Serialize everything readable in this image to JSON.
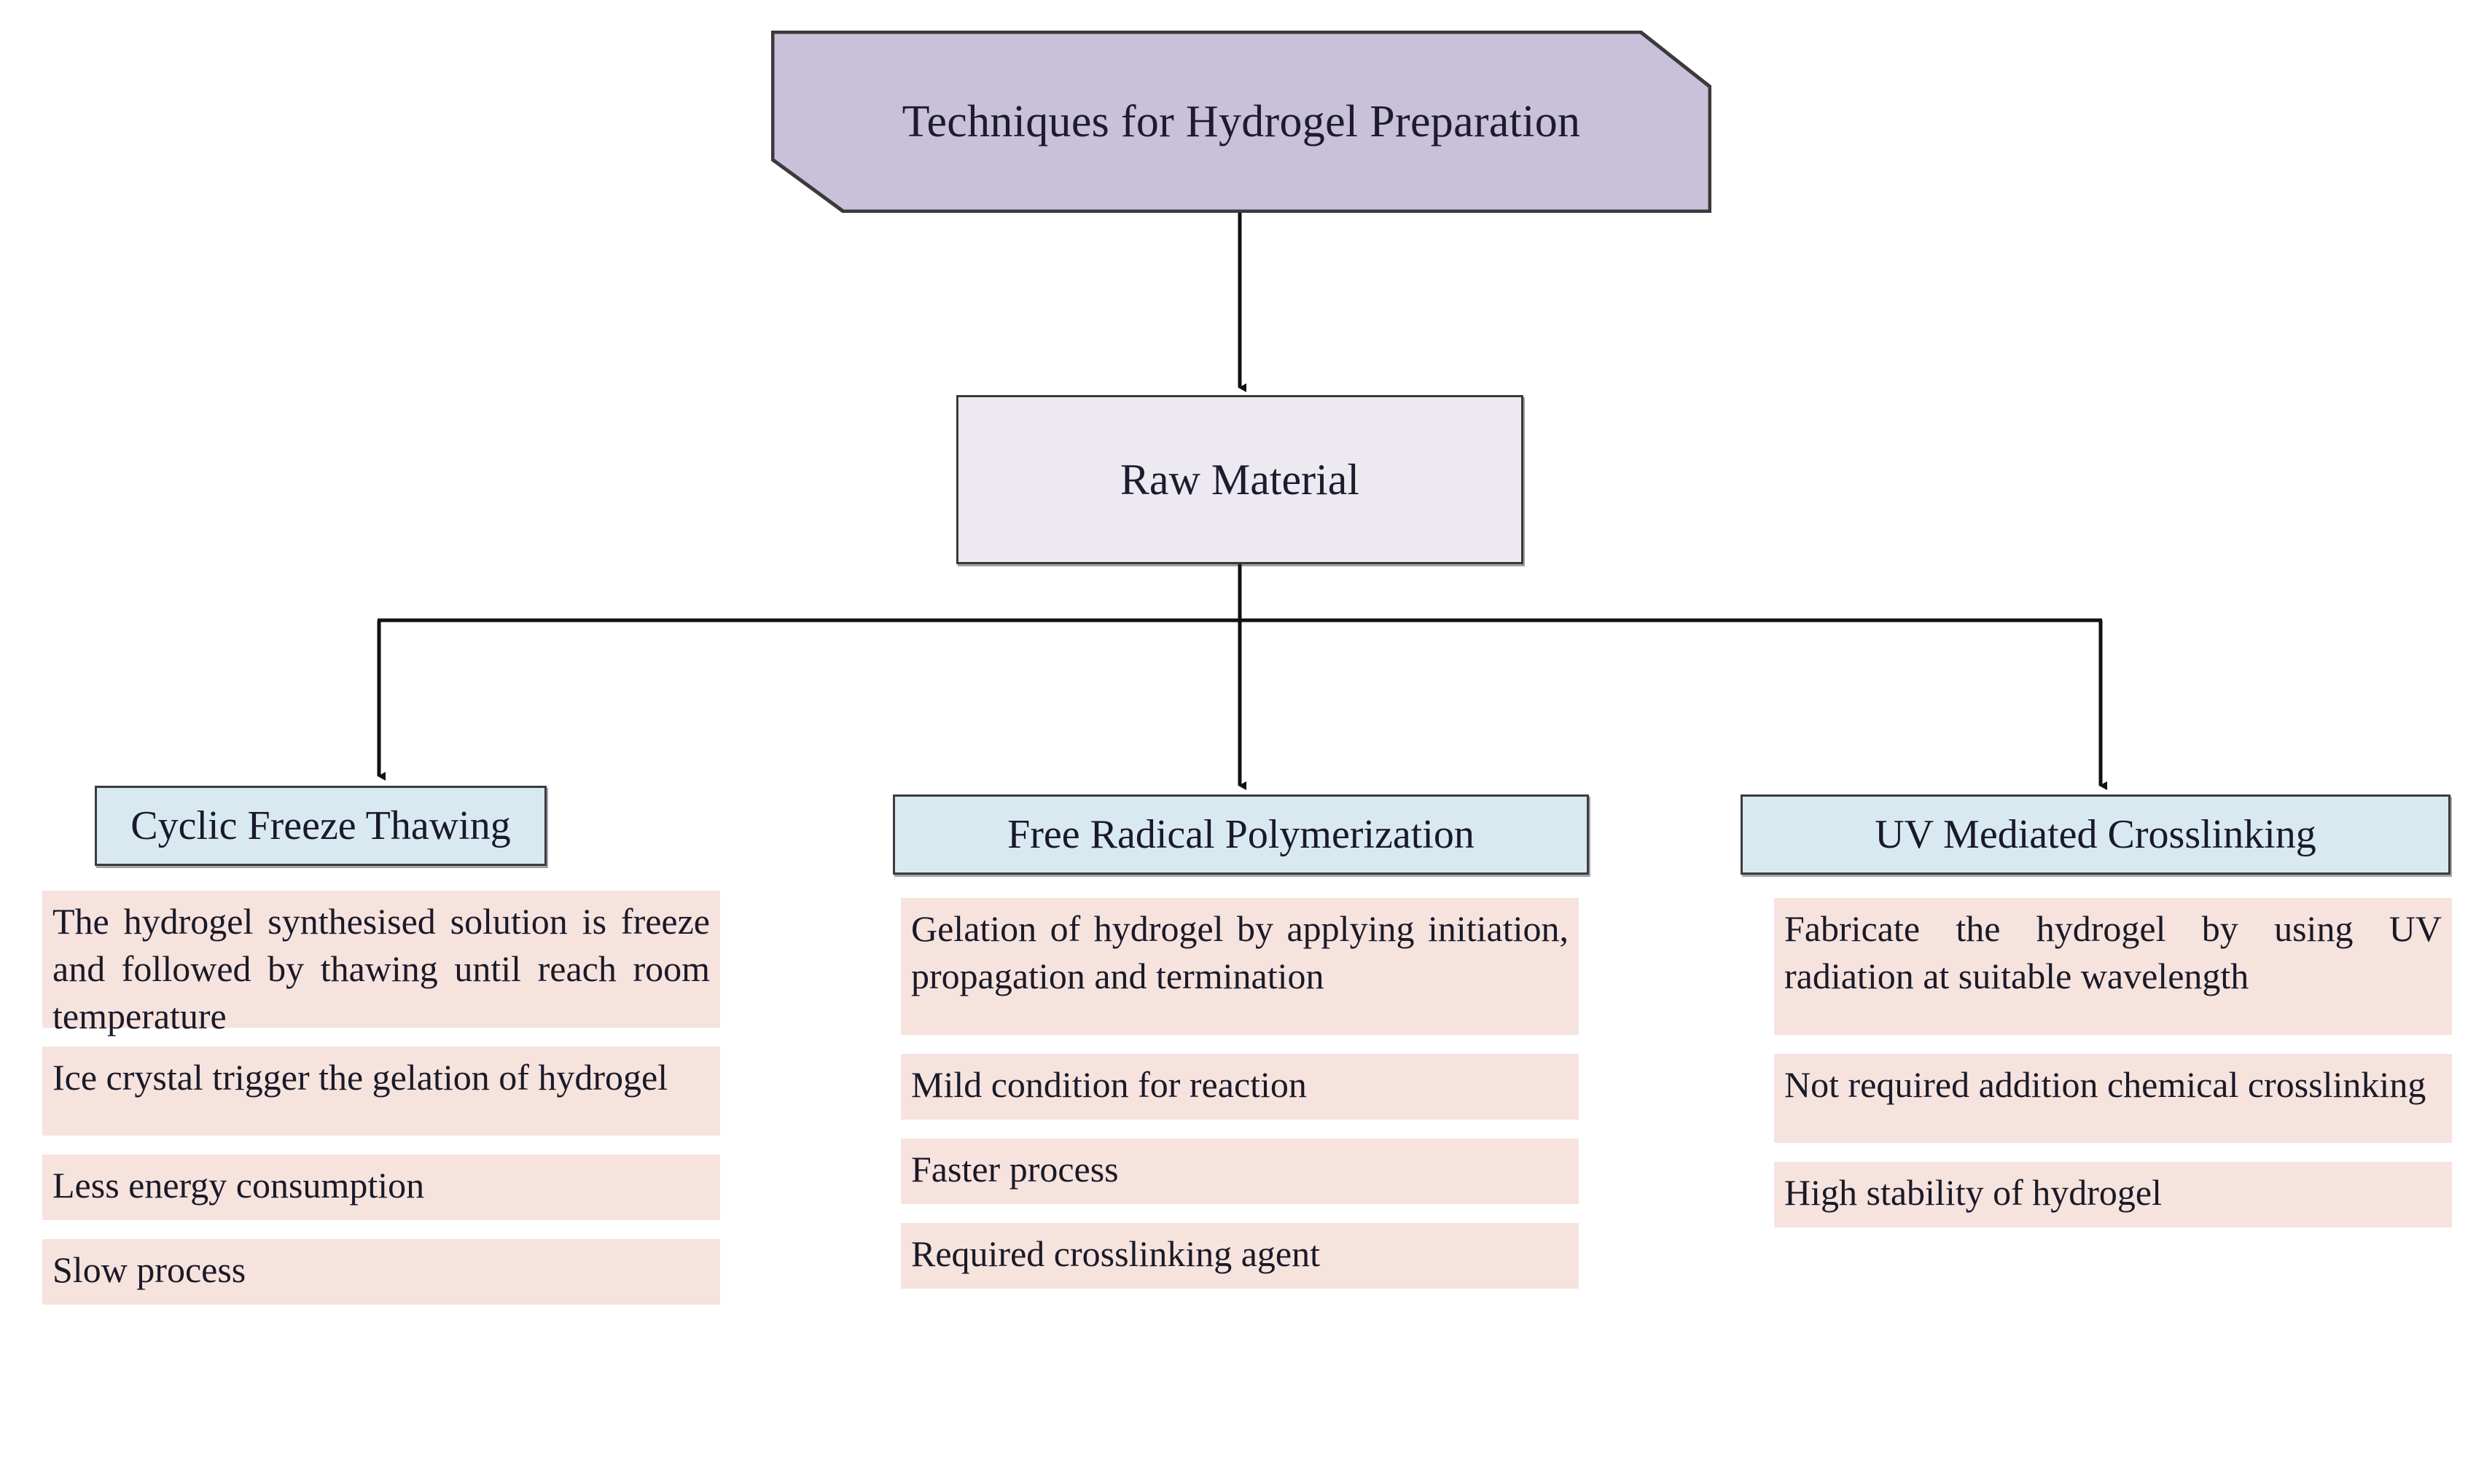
{
  "diagram": {
    "title_banner": {
      "label": "Techniques for Hydrogel Preparation",
      "fill": "#c9c0da",
      "shape": "hexagon-banner"
    },
    "raw_material": {
      "label": "Raw Material",
      "fill": "#ece9f1"
    },
    "branch_fill_header": "#d9e9f0",
    "branch_fill_item": "#f6e3de",
    "branches": [
      {
        "header": "Cyclic Freeze Thawing",
        "items": [
          "The hydrogel synthesised solution is freeze and followed by thawing until reach room temperature",
          " Ice crystal trigger the gelation of hydrogel",
          "Less energy consumption",
          "Slow process"
        ]
      },
      {
        "header": "Free Radical Polymerization",
        "items": [
          "Gelation of hydrogel by applying initiation, propagation and termination",
          "Mild condition for reaction",
          "Faster process",
          "Required crosslinking agent"
        ]
      },
      {
        "header": "UV Mediated Crosslinking",
        "items": [
          "Fabricate the hydrogel by using UV radiation at suitable wavelength",
          "Not required addition chemical crosslinking",
          "High stability of hydrogel"
        ]
      }
    ]
  }
}
